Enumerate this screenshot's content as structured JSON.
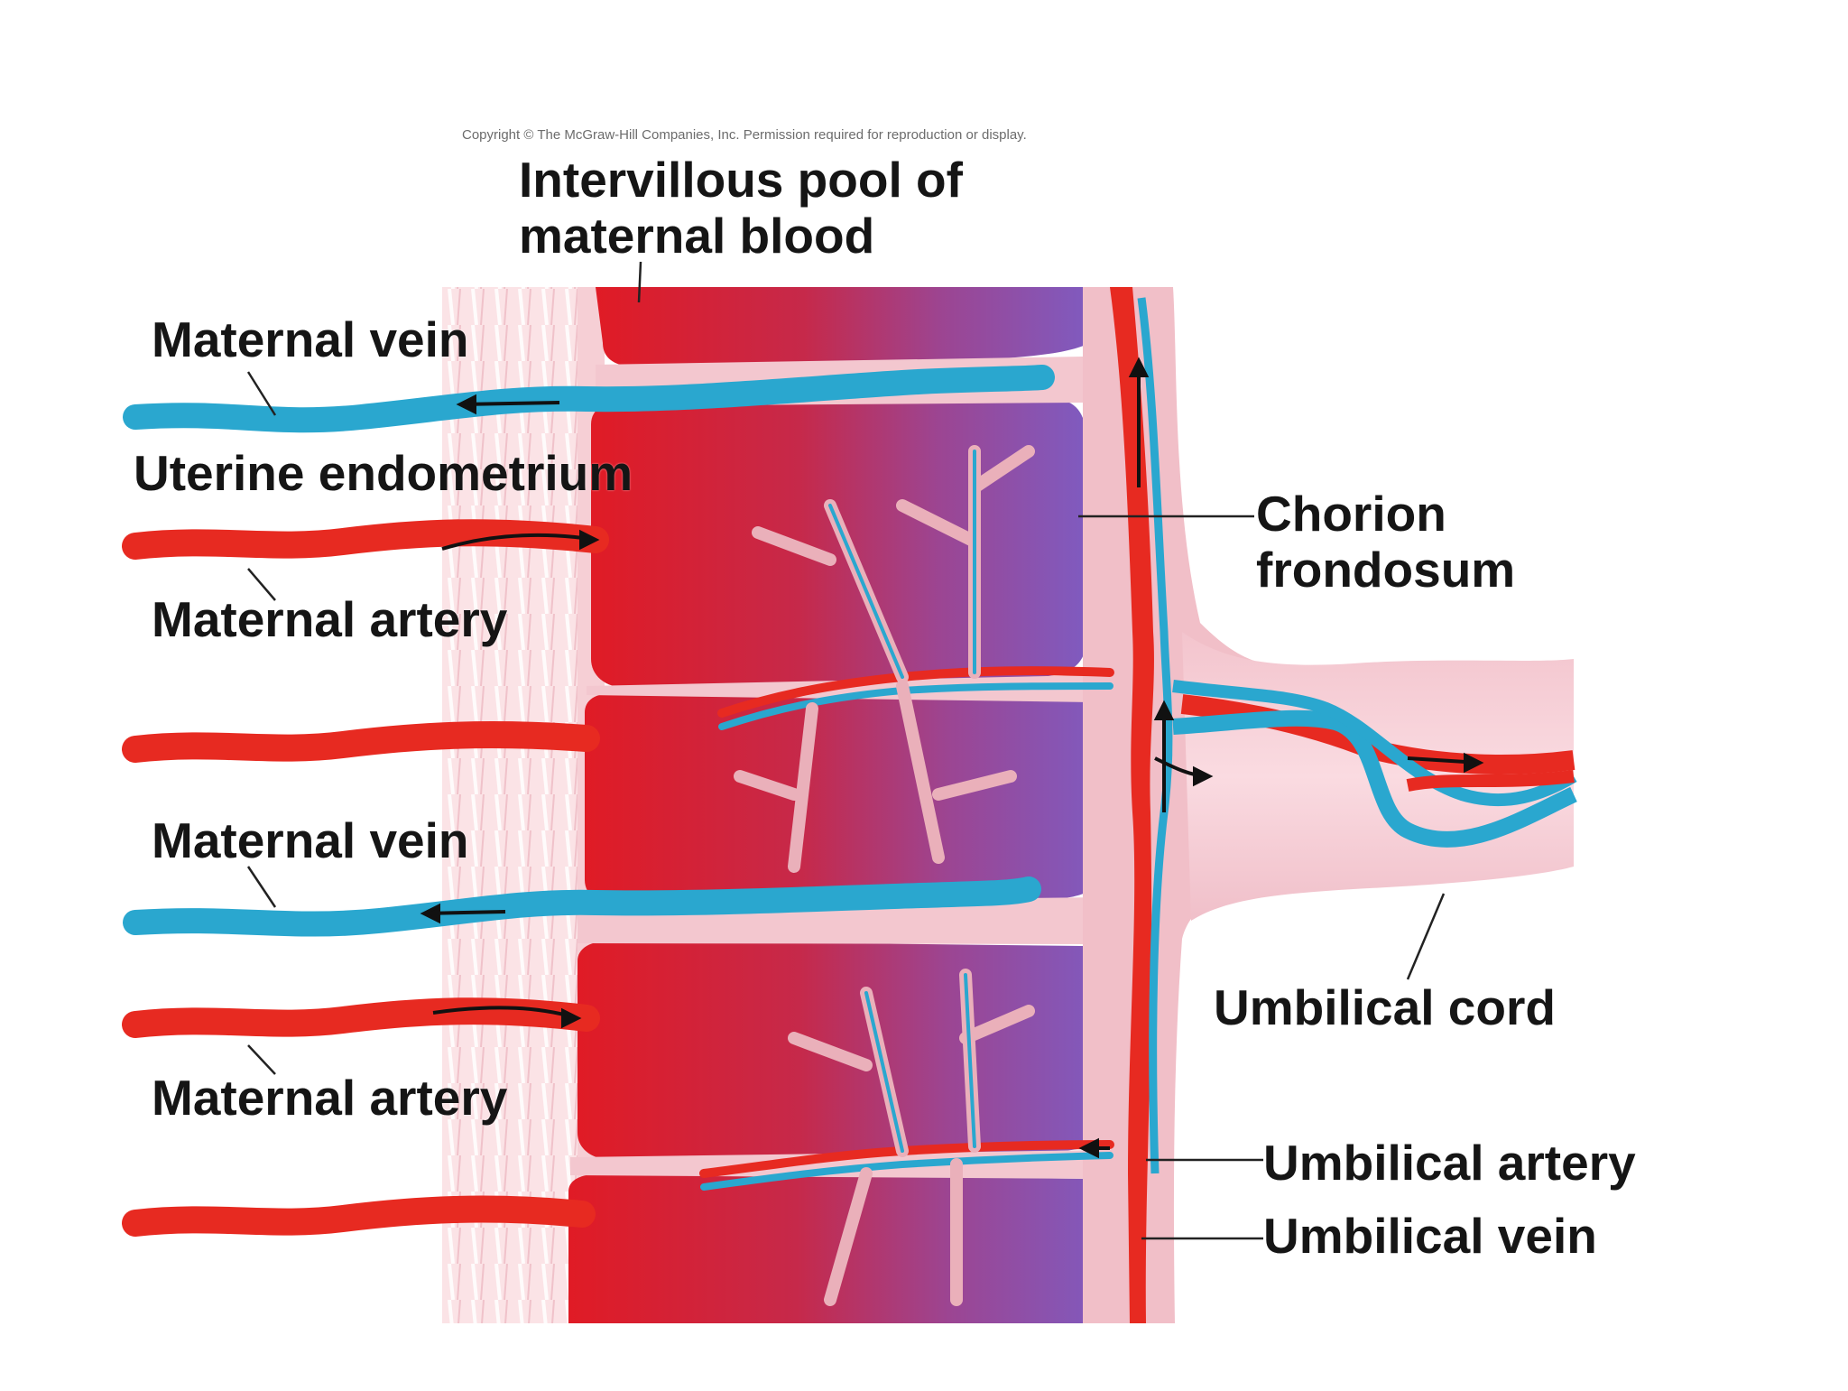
{
  "copyright": "Copyright © The McGraw-Hill Companies, Inc. Permission required for reproduction or display.",
  "labels": {
    "intervillous_pool": [
      "Intervillous pool of",
      "maternal blood"
    ],
    "maternal_vein_top": "Maternal vein",
    "uterine_endometrium": "Uterine endometrium",
    "maternal_artery_top": "Maternal artery",
    "maternal_vein_bottom": "Maternal vein",
    "maternal_artery_bottom": "Maternal artery",
    "chorion_frondosum": [
      "Chorion",
      "frondosum"
    ],
    "umbilical_cord": "Umbilical cord",
    "umbilical_artery": "Umbilical artery",
    "umbilical_vein": "Umbilical vein"
  },
  "colors": {
    "artery": "#e8261c",
    "vein": "#2aa7cf",
    "endometrium": "#f7d7dc",
    "pool": "#d42d3d",
    "chorion": "#8e59b6",
    "villi": "#eeb3bd",
    "label_text": "#151515"
  }
}
